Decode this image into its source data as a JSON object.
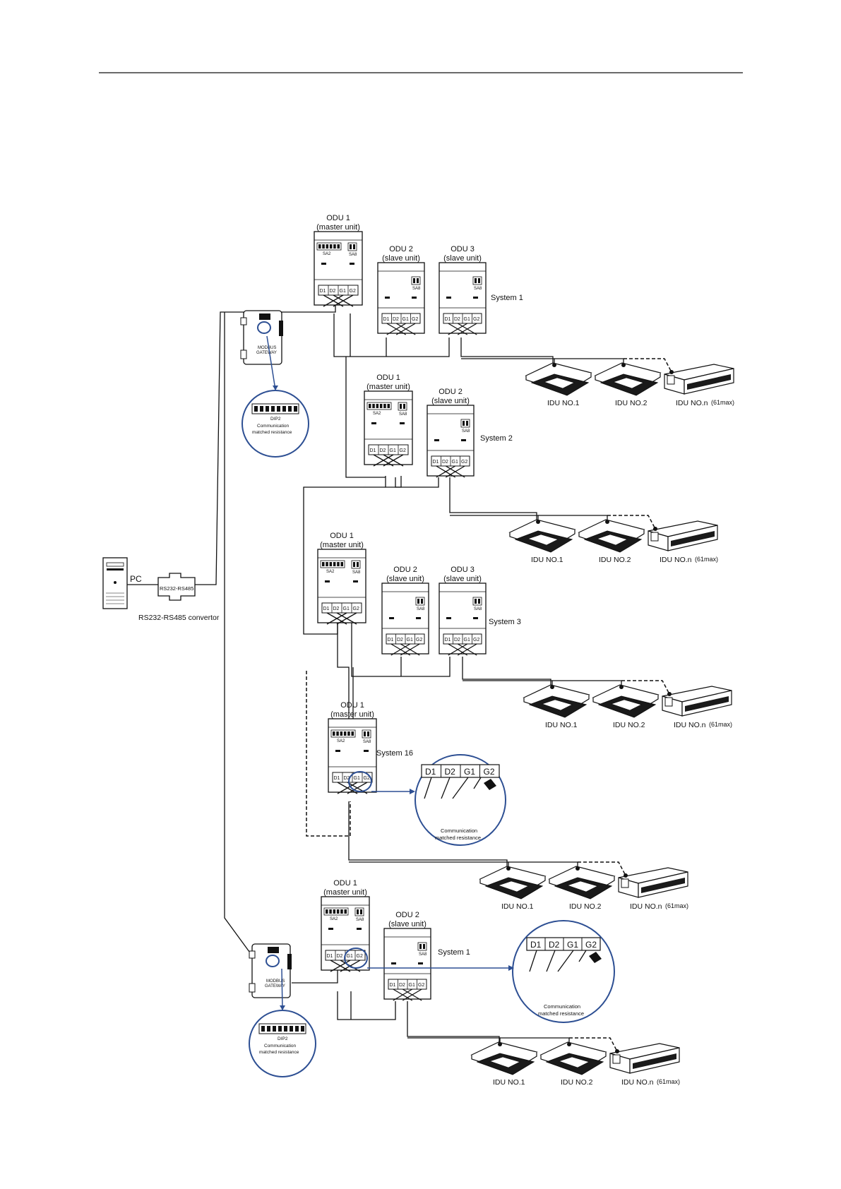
{
  "diagram": {
    "systems": [
      {
        "label": "System 1",
        "odus": [
          {
            "name": "ODU 1",
            "role": "(master unit)"
          },
          {
            "name": "ODU 2",
            "role": "(slave unit)"
          },
          {
            "name": "ODU 3",
            "role": "(slave unit)"
          }
        ]
      },
      {
        "label": "System 2",
        "odus": [
          {
            "name": "ODU 1",
            "role": "(master unit)"
          },
          {
            "name": "ODU 2",
            "role": "(slave unit)"
          }
        ]
      },
      {
        "label": "System 3",
        "odus": [
          {
            "name": "ODU 1",
            "role": "(master unit)"
          },
          {
            "name": "ODU 2",
            "role": "(slave unit)"
          },
          {
            "name": "ODU 3",
            "role": "(slave unit)"
          }
        ]
      },
      {
        "label": "System 16",
        "odus": [
          {
            "name": "ODU 1",
            "role": "(master unit)"
          }
        ]
      },
      {
        "label": "System 1",
        "odus": [
          {
            "name": "ODU 1",
            "role": "(master unit)"
          },
          {
            "name": "ODU 2",
            "role": "(slave unit)"
          }
        ]
      }
    ],
    "idu_labels": [
      "IDU  NO.1",
      "IDU NO.2",
      "IDU NO.n"
    ],
    "idu_max": "(61max)",
    "terminals": [
      "D1",
      "D2",
      "G1",
      "G2"
    ],
    "switch_labels": [
      "SA2",
      "SA8"
    ],
    "pc_label": "PC",
    "converter_box": "RS232-RS485",
    "converter_caption": "RS232-RS485 convertor",
    "gateway_label_1": "MODBUS",
    "gateway_label_2": "GATEWAY",
    "dip_label": "DIP2",
    "dip_caption_1": "Communication",
    "dip_caption_2": "matched resistance",
    "resistance_caption_1": "Communication",
    "resistance_caption_2": "matched resistance"
  }
}
